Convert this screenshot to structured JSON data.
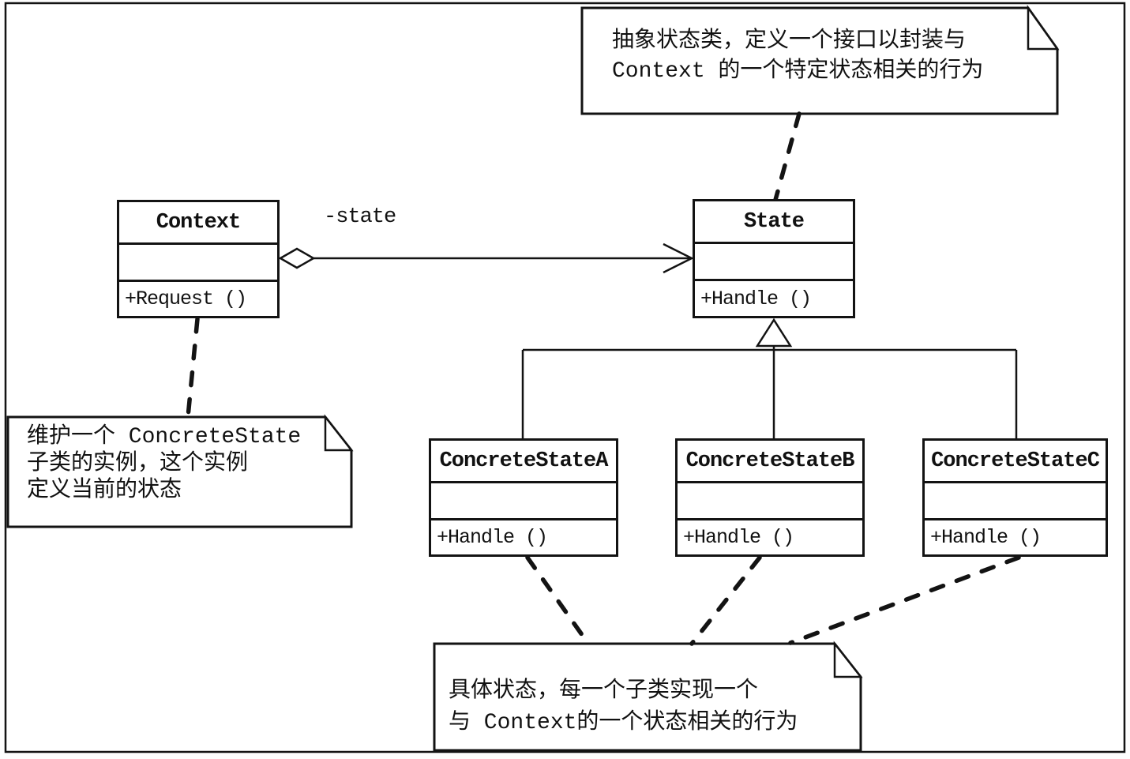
{
  "diagram": {
    "kind": "uml-class-diagram",
    "pattern_name": "State",
    "colors": {
      "line": "#131313",
      "shape_fill": "#ffffff",
      "background": "#fdfdfd"
    },
    "classes": [
      {
        "name": "Context",
        "attributes": "",
        "methods": "+Request ()"
      },
      {
        "name": "State",
        "attributes": "",
        "methods": "+Handle ()"
      },
      {
        "name": "ConcreteStateA",
        "attributes": "",
        "methods": "+Handle ()"
      },
      {
        "name": "ConcreteStateB",
        "attributes": "",
        "methods": "+Handle ()"
      },
      {
        "name": "ConcreteStateC",
        "attributes": "",
        "methods": "+Handle ()"
      }
    ],
    "association": {
      "label": "-state",
      "from": "Context",
      "to": "State",
      "type": "aggregation"
    },
    "inheritance": {
      "parent": "State",
      "children": [
        "ConcreteStateA",
        "ConcreteStateB",
        "ConcreteStateC"
      ]
    },
    "notes": [
      {
        "target": "State",
        "lines": [
          "抽象状态类，定义一个接口以封装与",
          "Context 的一个特定状态相关的行为"
        ]
      },
      {
        "target": "Context",
        "lines": [
          "维护一个 ConcreteState",
          "子类的实例，这个实例",
          "定义当前的状态"
        ]
      },
      {
        "target": "ConcreteState subclasses",
        "lines": [
          "具体状态，每一个子类实现一个",
          "与 Context的一个状态相关的行为"
        ]
      }
    ]
  }
}
